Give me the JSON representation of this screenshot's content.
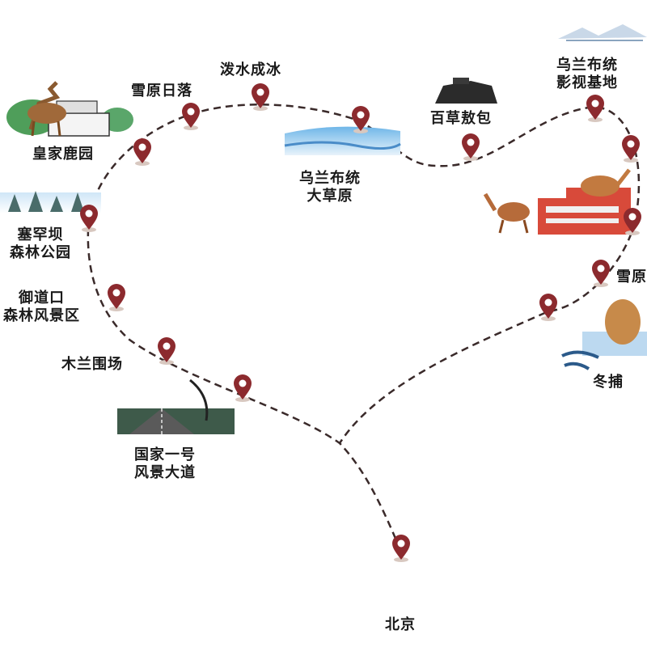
{
  "route_color": "#3a2a2a",
  "pin_color": "#8c2a2e",
  "accent_red": "#d84a3a",
  "places": {
    "huangjia_luyuan": "皇家鹿园",
    "xueyuan_riluo": "雪原日落",
    "poshui_chengbing": "泼水成冰",
    "wulanbutong_dacaoyuan": [
      "乌兰布统",
      "大草原"
    ],
    "baicao_aobao": "百草敖包",
    "wulanbutong_yingshi": [
      "乌兰布统",
      "影视基地"
    ],
    "saihanba": [
      "塞罕坝",
      "森林公园"
    ],
    "yudaokou": [
      "御道口",
      "森林风景区"
    ],
    "xueyuan_right": "雪原",
    "dongbu": "冬捕",
    "mulan_weichang": "木兰围场",
    "guojia_yihao": [
      "国家一号",
      "风景大道"
    ],
    "beijing": "北京"
  }
}
